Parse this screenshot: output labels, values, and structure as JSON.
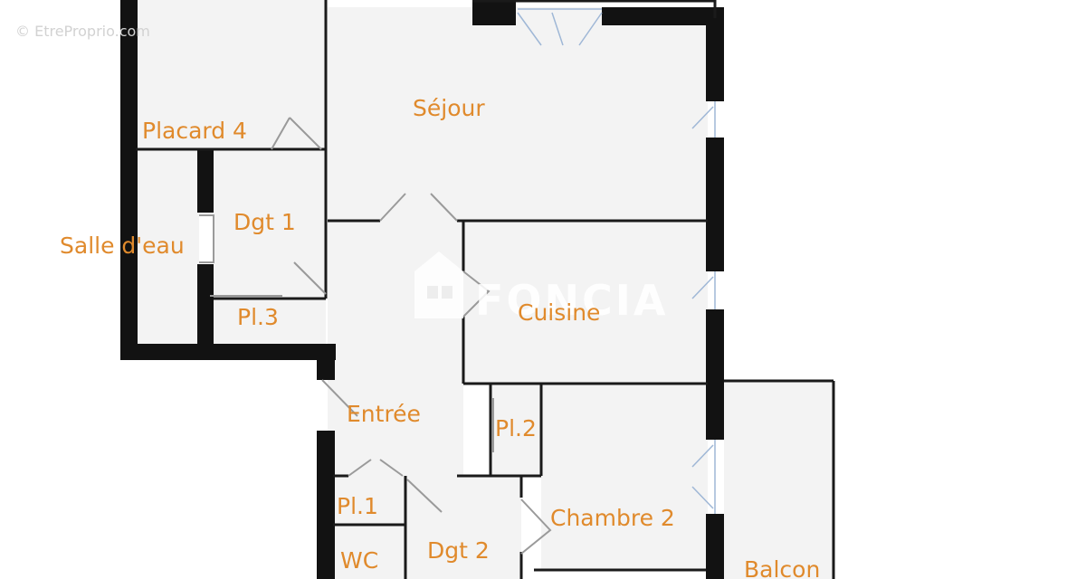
{
  "watermark": "© EtreProprio.com",
  "brand_logo_text": "FONCIA",
  "rooms": {
    "sejour": "Séjour",
    "placard4": "Placard 4",
    "dgt1": "Dgt 1",
    "salle_eau": "Salle d'eau",
    "pl3": "Pl.3",
    "cuisine": "Cuisine",
    "entree": "Entrée",
    "pl2": "Pl.2",
    "chambre2": "Chambre 2",
    "pl1": "Pl.1",
    "wc": "WC",
    "dgt2": "Dgt 2",
    "balcon": "Balcon"
  },
  "colors": {
    "label": "#e08a2c",
    "wall": "#121212",
    "floor": "#f3f3f3",
    "window": "#9fb7d6",
    "door": "#9a9a9a"
  }
}
